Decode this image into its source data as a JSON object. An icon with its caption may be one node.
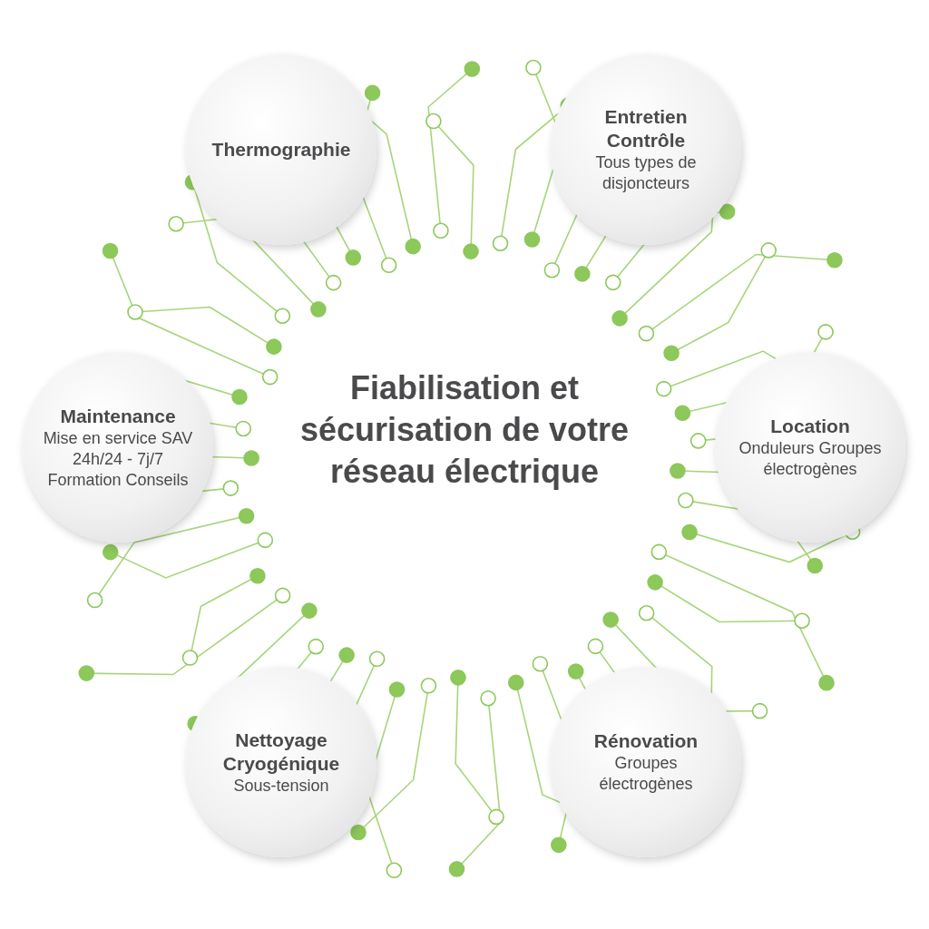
{
  "diagram": {
    "title": "Fiabilisation et sécurisation de votre réseau électrique",
    "nodes": [
      {
        "text": [
          "Thermographie"
        ]
      },
      {
        "text": [
          "Entretien Contrôle",
          "Tous types de disjoncteurs"
        ]
      },
      {
        "text": [
          "Location",
          "Onduleurs Groupes électrogènes"
        ]
      },
      {
        "text": [
          "Rénovation",
          "Groupes électrogènes"
        ]
      },
      {
        "text": [
          "Nettoyage Cryogénique",
          "Sous-tension"
        ]
      },
      {
        "text": [
          "Maintenance",
          "Mise en service SAV 24h/24 - 7j/7 Formation Conseils"
        ]
      }
    ],
    "edges": []
  }
}
